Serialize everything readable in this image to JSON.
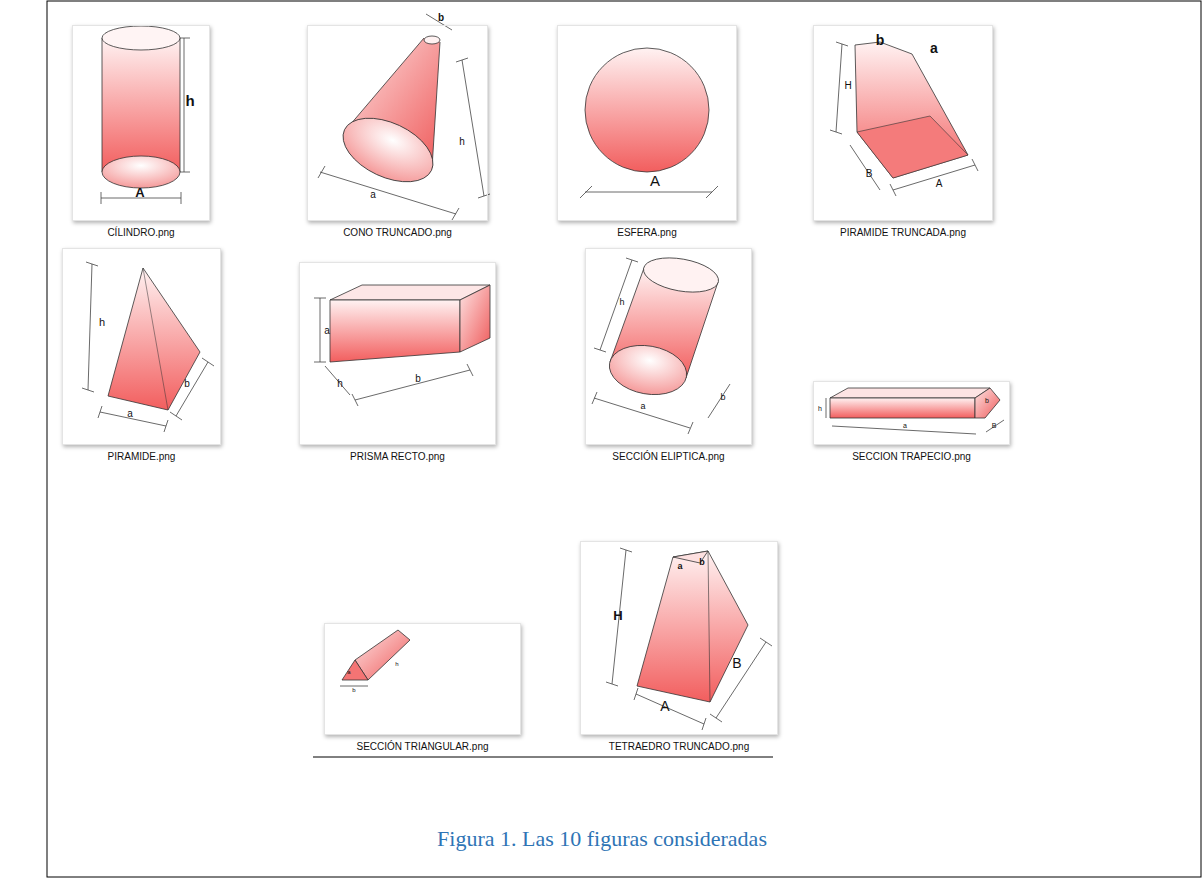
{
  "diagram": {
    "caption": "Figura 1. Las 10 figuras consideradas",
    "nodes": [
      {
        "text": [
          "CÍLINDRO.png"
        ]
      },
      {
        "text": [
          "CONO TRUNCADO.png"
        ]
      },
      {
        "text": [
          "ESFERA.png"
        ]
      },
      {
        "text": [
          "PIRAMIDE TRUNCADA.png"
        ]
      },
      {
        "text": [
          "PIRAMIDE.png"
        ]
      },
      {
        "text": [
          "PRISMA RECTO.png"
        ]
      },
      {
        "text": [
          "SECCIÓN ELIPTICA.png"
        ]
      },
      {
        "text": [
          "SECCION TRAPECIO.png"
        ]
      },
      {
        "text": [
          "SECCIÓN TRIANGULAR.png"
        ]
      },
      {
        "text": [
          "TETRAEDRO TRUNCADO.png"
        ]
      }
    ],
    "labels": [
      "h",
      "A",
      "b",
      "h",
      "a",
      "A",
      "b",
      "a",
      "H",
      "B",
      "A",
      "h",
      "a",
      "b",
      "a",
      "h",
      "b",
      "h",
      "a",
      "b",
      "h",
      "a",
      "b",
      "B",
      "a",
      "b",
      "h",
      "a",
      "b",
      "H",
      "A",
      "B"
    ]
  }
}
